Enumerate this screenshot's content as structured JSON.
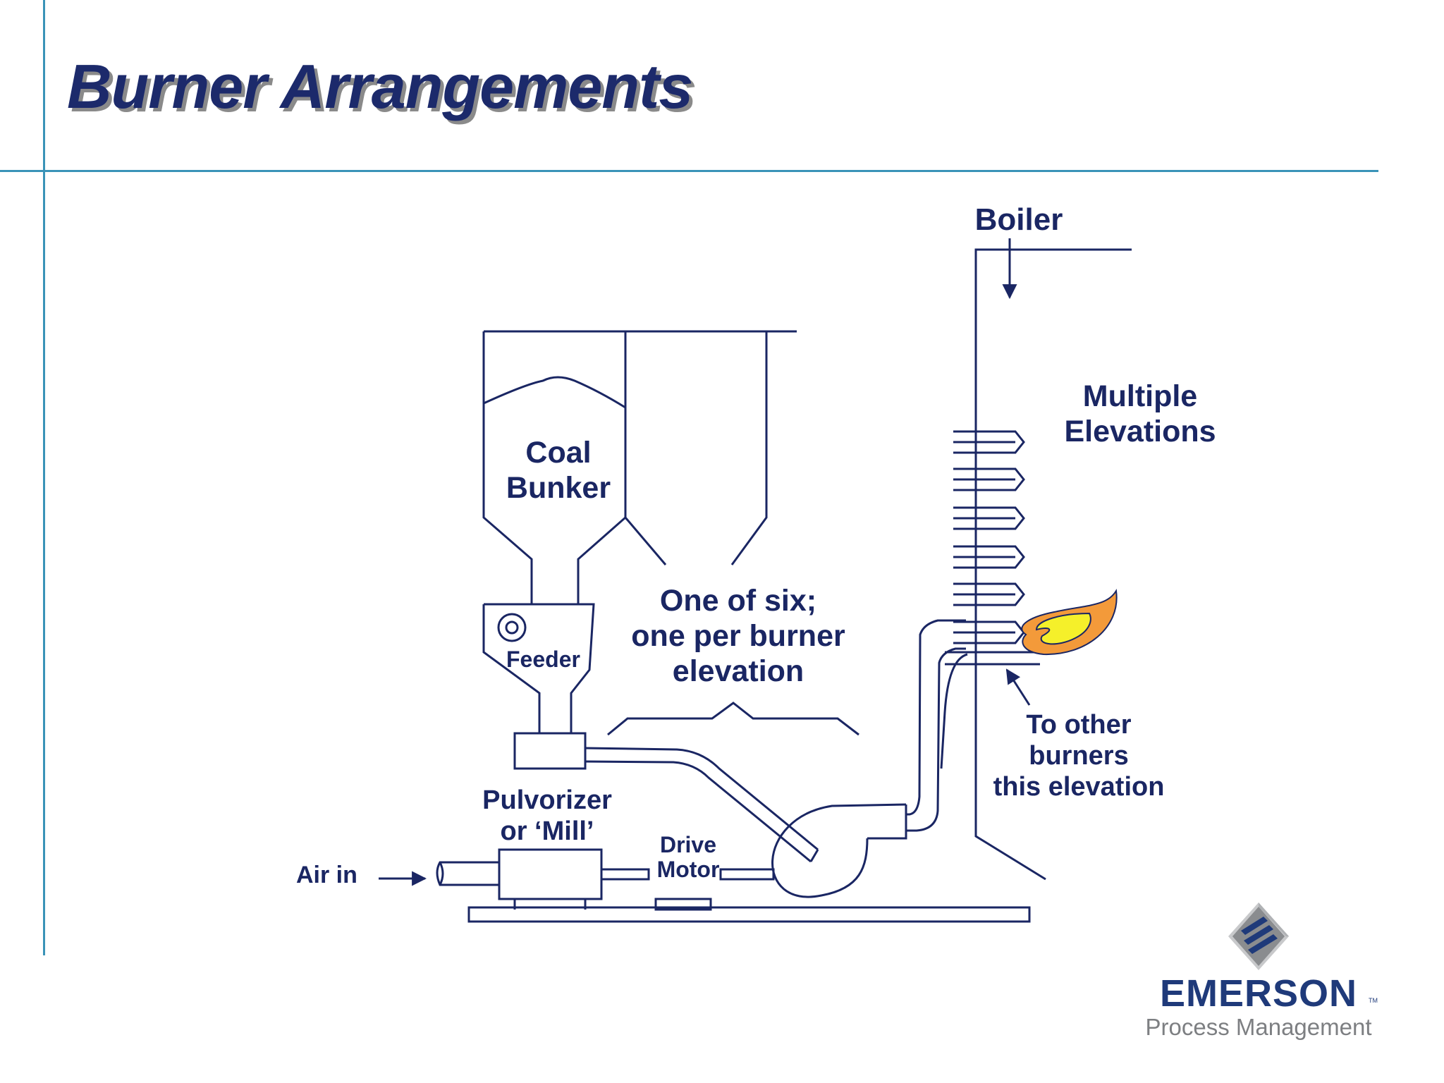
{
  "slide": {
    "title": "Burner Arrangements"
  },
  "labels": {
    "boiler": "Boiler",
    "multiple_elevations": [
      "Multiple",
      "Elevations"
    ],
    "coal_bunker": [
      "Coal",
      "Bunker"
    ],
    "feeder": "Feeder",
    "one_of_six": [
      "One of six;",
      "one per burner",
      "elevation"
    ],
    "to_other_burners": [
      "To other",
      "burners",
      "this elevation"
    ],
    "pulverizer": [
      "Pulvorizer",
      "or ‘Mill’"
    ],
    "drive_motor": [
      "Drive",
      "Motor"
    ],
    "air_in": "Air in"
  },
  "logo": {
    "brand": "EMERSON",
    "trademark": "TM",
    "subtitle": "Process Management",
    "brand_color": "#1f3a7a",
    "subtitle_color": "#7d7f82"
  },
  "colors": {
    "accent_line": "#3a93b8",
    "ink": "#1a2663",
    "title": "#1c2a6b",
    "flame_outer": "#f39a3a",
    "flame_inner": "#f5f02a"
  }
}
